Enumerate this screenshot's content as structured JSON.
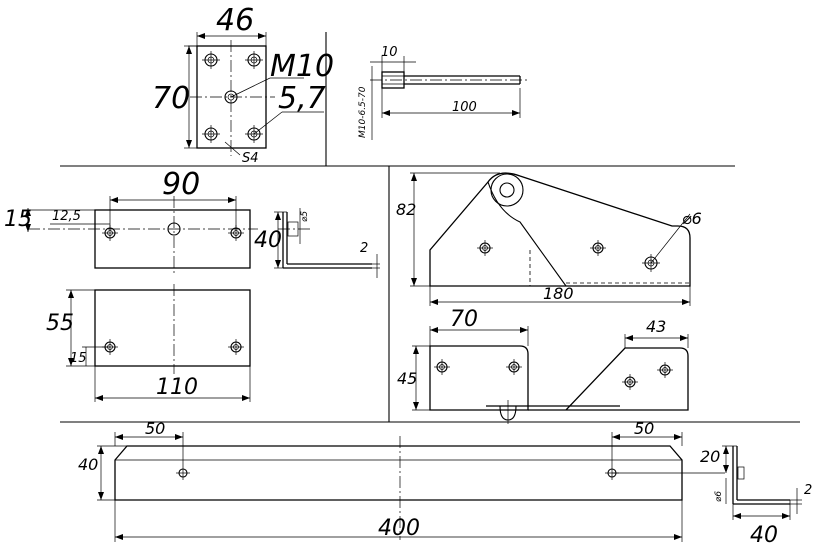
{
  "views": {
    "plate": {
      "dim_width": "46",
      "dim_height": "70",
      "dim_thread": "M10",
      "dim_hole": "5,7",
      "dim_thickness": "S4"
    },
    "bolt": {
      "dim_head": "10",
      "dim_length": "100",
      "label_spec": "M10-6.5-70"
    },
    "bracket_small": {
      "dim_spacing": "90",
      "dim_offset": "12,5",
      "dim_edge": "15",
      "dim_flange": "40",
      "dim_hole": "⌀5",
      "dim_thickness": "2"
    },
    "bracket_plan": {
      "dim_height": "55",
      "dim_edge": "15",
      "dim_length": "110"
    },
    "gusset": {
      "dim_height": "82",
      "dim_hole": "⌀6",
      "dim_length": "180"
    },
    "gusset_flat": {
      "dim_left": "70",
      "dim_right": "43",
      "dim_height": "45"
    },
    "bar": {
      "dim_left_offset": "50",
      "dim_right_offset": "50",
      "dim_height": "40",
      "dim_length": "400",
      "dim_hole_height": "20",
      "dim_hole": "⌀6",
      "dim_thickness": "2",
      "dim_flange": "40"
    }
  }
}
